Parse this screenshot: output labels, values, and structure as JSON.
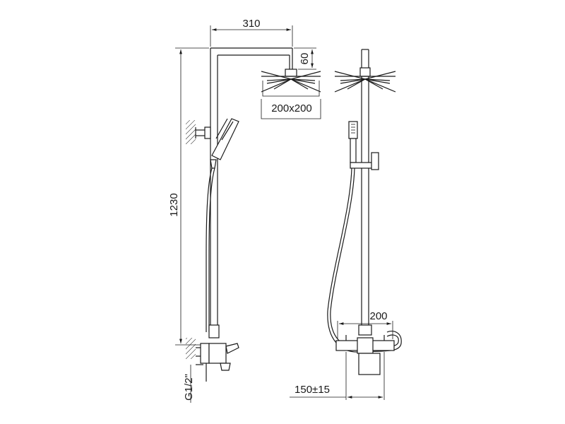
{
  "dimensions": {
    "arm_length": "310",
    "head_drop": "60",
    "head_size": "200x200",
    "column_height": "1230",
    "thread": "G1/2\"",
    "mixer_width": "200",
    "inlet_spacing": "150±15"
  },
  "views": [
    "side-view",
    "front-view"
  ]
}
